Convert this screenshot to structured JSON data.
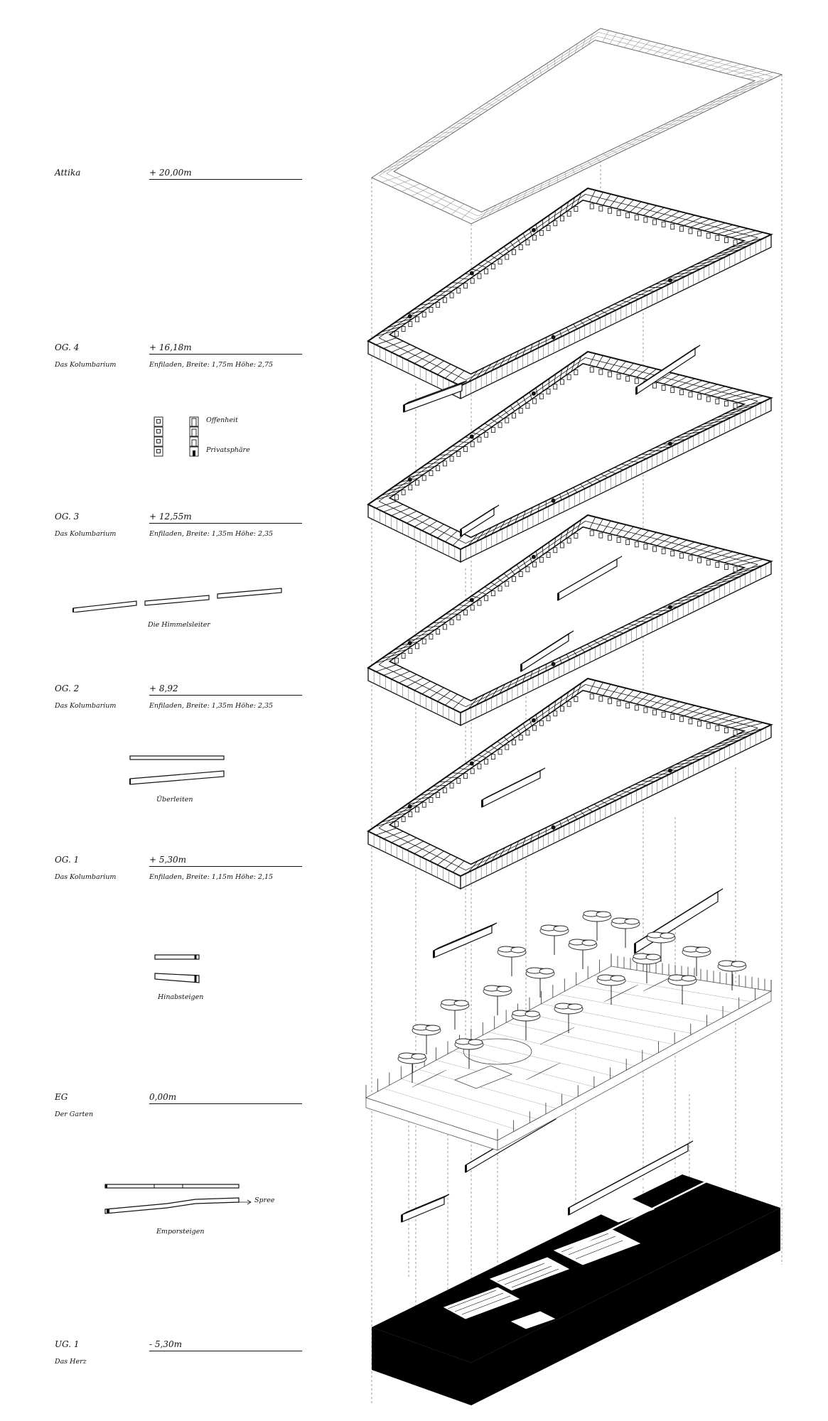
{
  "levels": [
    {
      "id": "attika",
      "name": "Attika",
      "height": "+ 20,00m",
      "subtitle": "",
      "enfilade": ""
    },
    {
      "id": "og4",
      "name": "OG. 4",
      "height": "+ 16,18m",
      "subtitle": "Das Kolumbarium",
      "enfilade": "Enfiladen, Breite: 1,75m  Höhe: 2,75"
    },
    {
      "id": "og3",
      "name": "OG. 3",
      "height": "+ 12,55m",
      "subtitle": "Das Kolumbarium",
      "enfilade": "Enfiladen, Breite: 1,35m  Höhe: 2,35"
    },
    {
      "id": "og2",
      "name": "OG. 2",
      "height": "+ 8,92",
      "subtitle": "Das Kolumbarium",
      "enfilade": "Enfiladen, Breite: 1,35m  Höhe: 2,35"
    },
    {
      "id": "og1",
      "name": "OG. 1",
      "height": "+ 5,30m",
      "subtitle": "Das Kolumbarium",
      "enfilade": "Enfiladen, Breite: 1,15m  Höhe: 2,15"
    },
    {
      "id": "eg",
      "name": "EG",
      "height": "0,00m",
      "subtitle": "Der Garten",
      "enfilade": ""
    },
    {
      "id": "ug1",
      "name": "UG. 1",
      "height": "- 5,30m",
      "subtitle": "Das Herz",
      "enfilade": ""
    }
  ],
  "legend": {
    "openness": "Offenheit",
    "privacy": "Privatsphäre"
  },
  "captions": {
    "himmelsleiter": "Die Himmelsleiter",
    "ueberleiten": "Überleiten",
    "hinabsteigen": "Hinabsteigen",
    "emporsteigen": "Emporsteigen",
    "spree": "Spree"
  },
  "colors": {
    "ink": "#111111",
    "paper": "#ffffff",
    "grid": "#888888",
    "solid": "#000000"
  }
}
